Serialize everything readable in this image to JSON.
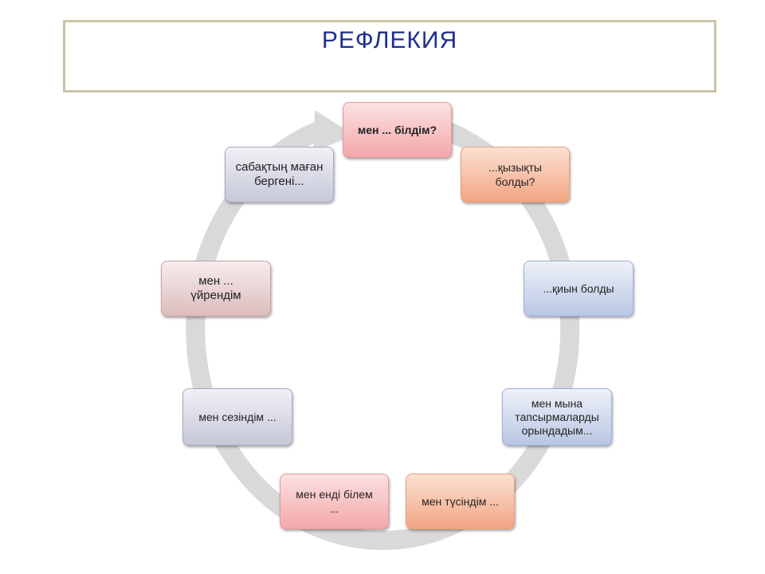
{
  "title": "РЕФЛЕКИЯ",
  "colors": {
    "title_text": "#1f2f8f",
    "title_border": "#c9c4a6",
    "ring": "#d9d9da"
  },
  "nodes": [
    {
      "label": "мен ... білдім?",
      "tone": "pink"
    },
    {
      "label": "...қызықты\nболды?",
      "tone": "orange"
    },
    {
      "label": "...қиын болды",
      "tone": "blue"
    },
    {
      "label": "мен мына\nтапсырмаларды\nорындадым...",
      "tone": "blue"
    },
    {
      "label": "мен  түсіндім ...",
      "tone": "orange"
    },
    {
      "label": "мен енді білем\n...",
      "tone": "pink"
    },
    {
      "label": "мен сезіндім ...",
      "tone": "gray"
    },
    {
      "label": "мен ...\nүйрендім",
      "tone": "rose"
    },
    {
      "label": "сабақтың маған\nбергені...",
      "tone": "gray"
    }
  ]
}
